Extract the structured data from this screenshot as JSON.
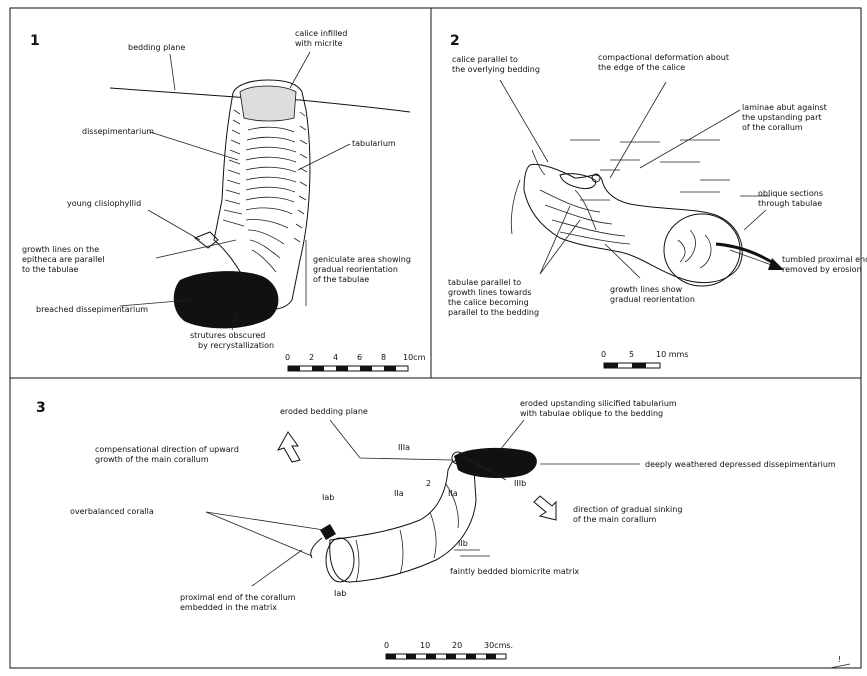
{
  "panel1": {
    "number": "1",
    "labels": {
      "bedding_plane": "bedding plane",
      "calice_1": "calice infilled",
      "calice_2": "with micrite",
      "dissepimentarium": "dissepimentarium",
      "tabularium": "tabularium",
      "young": "young clisiophyllid",
      "growth_1": "growth lines on the",
      "growth_2": "epitheca are parallel",
      "growth_3": "to the tabulae",
      "geniculate_1": "geniculate area showing",
      "geniculate_2": "gradual reorientation",
      "geniculate_3": "of the tabulae",
      "breached": "breached dissepimentarium",
      "strutures_1": "strutures obscured",
      "strutures_2": "by recrystallization"
    },
    "scale": [
      "0",
      "2",
      "4",
      "6",
      "8",
      "10cm"
    ]
  },
  "panel2": {
    "number": "2",
    "labels": {
      "calice_1": "calice parallel to",
      "calice_2": "the overlying bedding",
      "compact_1": "compactional deformation about",
      "compact_2": "the edge of the calice",
      "laminae_1": "laminae abut against",
      "laminae_2": "the upstanding part",
      "laminae_3": "of the corallum",
      "oblique_1": "oblique sections",
      "oblique_2": "through tabulae",
      "tumbled_1": "tumbled proximal end",
      "tumbled_2": "removed by erosion",
      "tabulae_1": "tabulae parallel to",
      "tabulae_2": "growth lines towards",
      "tabulae_3": "the calice becoming",
      "tabulae_4": "parallel to the bedding",
      "growthlines_1": "growth lines show",
      "growthlines_2": "gradual reorientation"
    },
    "scale": [
      "0",
      "5",
      "10 mms"
    ]
  },
  "panel3": {
    "number": "3",
    "labels": {
      "eroded_plane": "eroded bedding plane",
      "eroded_up_1": "eroded upstanding silicified tabularium",
      "eroded_up_2": "with tabulae oblique to the bedding",
      "compens_1": "compensational direction of upward",
      "compens_2": "growth of the main corallum",
      "deeply": "deeply weathered depressed dissepimentarium",
      "overbalanced": "overbalanced coralla",
      "direction_1": "direction of gradual sinking",
      "direction_2": "of the main corallum",
      "faintly": "faintly bedded biomicrite matrix",
      "proximal_1": "proximal end of the corallum",
      "proximal_2": "embedded in the matrix",
      "IIIa": "IIIa",
      "IIIb_1": "IIIb",
      "IIIb_2": "IIb",
      "IIa_1": "IIa",
      "IIa_2": "IIa",
      "two": "2",
      "Iab_1": "Iab",
      "Iab_2": "Iab"
    },
    "scale": [
      "0",
      "10",
      "20",
      "30cms."
    ]
  },
  "corner_mark": "!"
}
